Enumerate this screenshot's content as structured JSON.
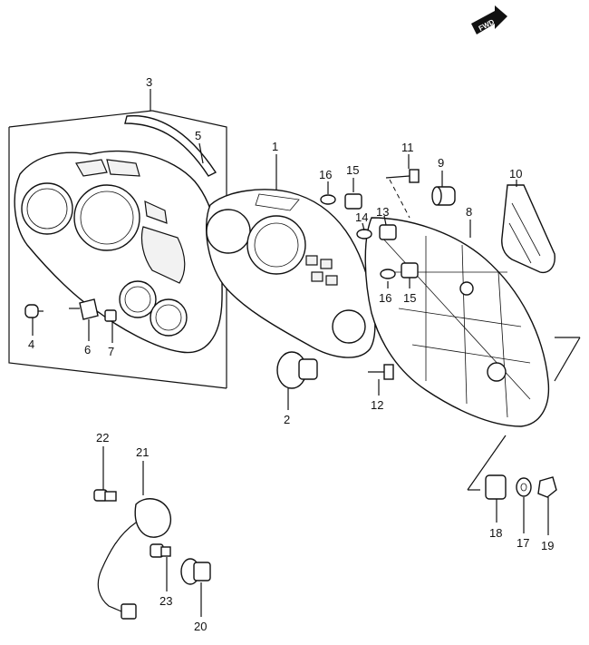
{
  "fwd_badge": "FWD",
  "callouts": {
    "c1": "1",
    "c2": "2",
    "c3": "3",
    "c4": "4",
    "c5": "5",
    "c6": "6",
    "c7": "7",
    "c8": "8",
    "c9": "9",
    "c10": "10",
    "c11": "11",
    "c12": "12",
    "c13": "13",
    "c14": "14",
    "c15a": "15",
    "c15b": "15",
    "c16a": "16",
    "c16b": "16",
    "c17": "17",
    "c18": "18",
    "c19": "19",
    "c20": "20",
    "c21": "21",
    "c22": "22",
    "c23": "23"
  }
}
